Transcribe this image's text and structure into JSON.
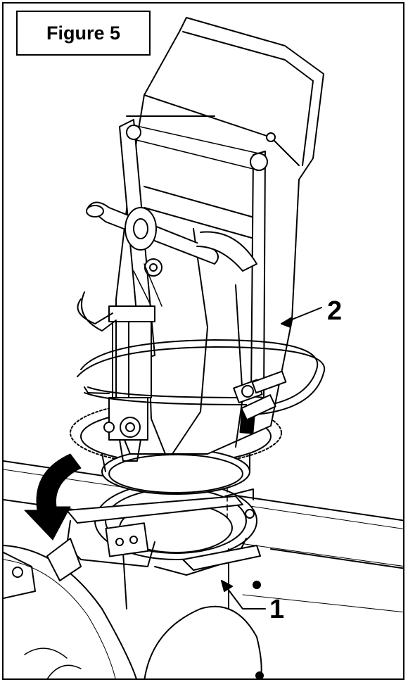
{
  "figure": {
    "title": "Figure 5"
  },
  "callouts": [
    {
      "number": "1"
    },
    {
      "number": "2"
    }
  ],
  "colors": {
    "line": "#000000",
    "fill": "#ffffff",
    "shade": "#e6e6e6",
    "arrow": "#000000"
  }
}
